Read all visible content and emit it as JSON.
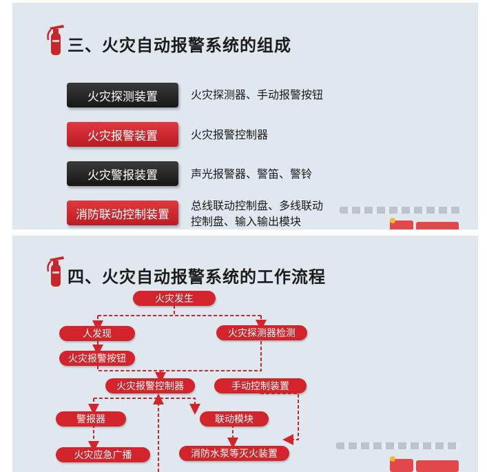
{
  "slide1": {
    "title": "三、火灾自动报警系统的组成",
    "rows": [
      {
        "label": "火灾探测装置",
        "desc": "火灾探测器、手动报警按钮",
        "style": "dark"
      },
      {
        "label": "火灾报警装置",
        "desc": "火灾报警控制器",
        "style": "red"
      },
      {
        "label": "火灾警报装置",
        "desc": "声光报警器、警笛、警铃",
        "style": "dark"
      },
      {
        "label": "消防联动控制装置",
        "desc": "总线联动控制盘、多线联动",
        "desc2": "控制盘、输入输出模块",
        "style": "red"
      }
    ]
  },
  "slide2": {
    "title": "四、火灾自动报警系统的工作流程",
    "nodes": {
      "fire": "火灾发生",
      "person": "人发现",
      "detector": "火灾探测器检测",
      "button": "火灾报警按钮",
      "controller": "火灾报警控制器",
      "manual": "手动控制装置",
      "alarm": "警报器",
      "module": "联动模块",
      "broadcast": "火灾应急广播",
      "pump": "消防水泵等灭火装置"
    }
  },
  "colors": {
    "red": "#d4242b",
    "dark": "#222222",
    "background": "#dfe7ef"
  }
}
